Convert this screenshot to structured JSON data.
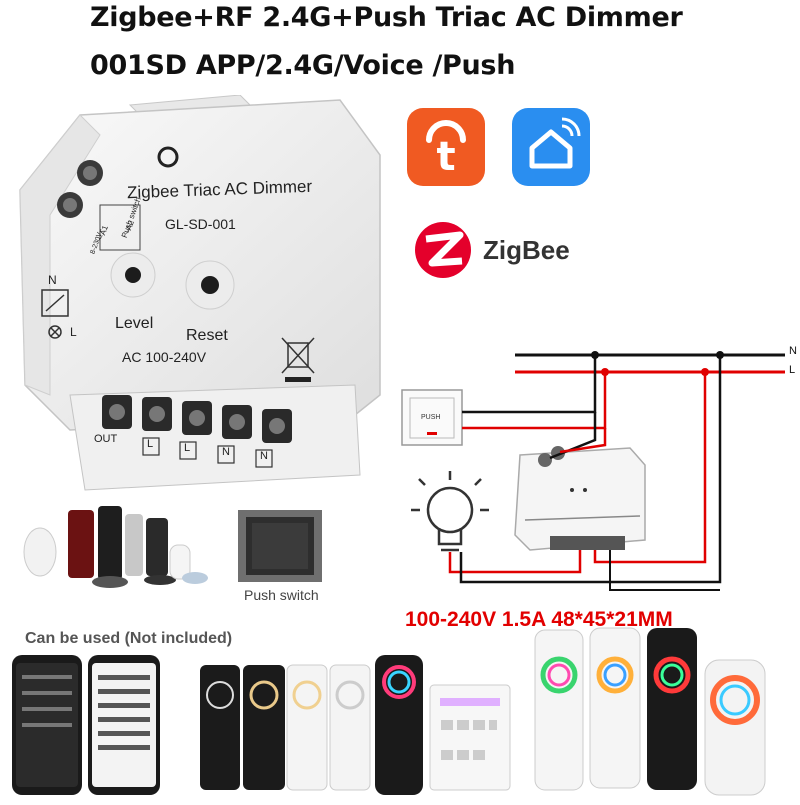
{
  "header": {
    "line1": "Zigbee+RF 2.4G+Push Triac AC Dimmer",
    "line2": "001SD APP/2.4G/Voice /Push"
  },
  "device": {
    "name": "Zigbee Triac AC Dimmer",
    "model": "GL-SD-001",
    "button_level": "Level",
    "button_reset": "Reset",
    "voltage": "AC 100-240V",
    "side_push": "Push switch",
    "side_a1": "~A1",
    "side_a2": "~A2",
    "side_range": "8-230V~",
    "symbol_n": "N",
    "symbol_l": "L",
    "terminals": [
      "OUT",
      "L",
      "L",
      "N",
      "N"
    ]
  },
  "badges": {
    "zigbee_label": "ZigBee",
    "colors": {
      "tuya": "#f05a22",
      "smart_life": "#2a8ef0",
      "zigbee": "#e4002b"
    }
  },
  "wiring": {
    "line_n": "N",
    "line_l": "L",
    "push_label": "PUSH",
    "colors": {
      "neutral": "#111111",
      "live": "#e00000"
    }
  },
  "spec": "100-240V 1.5A 48*45*21MM",
  "accessories": {
    "push_switch_caption": "Push switch",
    "can_be_used": "Can be used (Not included)"
  }
}
